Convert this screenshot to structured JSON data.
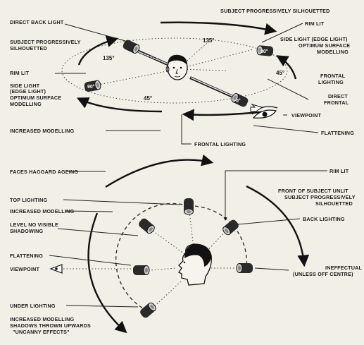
{
  "top": {
    "labels": {
      "direct_back_light": "DIRECT BACK LIGHT",
      "subject_silhouetted_top": "SUBJECT PROGRESSIVELY SILHOUETTED",
      "rim_lit_right": "RIM LIT",
      "subject_silhouetted_left_1": "SUBJECT PROGRESSIVELY",
      "subject_silhouetted_left_2": "SILHOUETTED",
      "side_light_right_1": "SIDE LIGHT (EDGE LIGHT)",
      "side_light_right_2": "OPTIMUM SURFACE",
      "side_light_right_3": "MODELLING",
      "rim_lit_left": "RIM LIT",
      "side_light_left_1": "SIDE LIGHT",
      "side_light_left_2": "(EDGE LIGHT)",
      "side_light_left_3": "OPTIMUM SURFACE",
      "side_light_left_4": "MODELLING",
      "frontal_lighting_right_1": "FRONTAL",
      "frontal_lighting_right_2": "LIGHTING",
      "direct_frontal_1": "DIRECT",
      "direct_frontal_2": "FRONTAL",
      "viewpoint": "VIEWPOINT",
      "increased_modelling": "INCREASED MODELLING",
      "flattening": "FLATTENING",
      "frontal_lighting_bottom": "FRONTAL LIGHTING"
    },
    "angles": {
      "deg_135_top": "135°",
      "deg_135_left": "135°",
      "deg_90_left": "90°",
      "deg_90_right": "90°",
      "deg_45_left": "45°",
      "deg_45_right": "45°",
      "deg_0": "0°"
    }
  },
  "bottom": {
    "labels": {
      "faces_haggard": "FACES HAGGARD  AGEING",
      "rim_lit": "RIM LIT",
      "top_lighting": "TOP LIGHTING",
      "front_of_subject_1": "FRONT OF SUBJECT UNLIT",
      "front_of_subject_2": "SUBJECT PROGRESSIVELY",
      "front_of_subject_3": "SILHOUETTED",
      "increased_modelling": "INCREASED MODELLING",
      "back_lighting": "BACK LIGHTING",
      "level_no_shadow_1": "LEVEL NO VISIBLE",
      "level_no_shadow_2": "SHADOWING",
      "flattening": "FLATTENING",
      "viewpoint": "VIEWPOINT",
      "ineffectual_1": "INEFFECTUAL",
      "ineffectual_2": "(UNLESS OFF CENTRE)",
      "under_lighting": "UNDER LIGHTING",
      "under_note_1": "INCREASED MODELLING",
      "under_note_2": "SHADOWS THROWN UPWARDS",
      "under_note_3": "\"UNCANNY EFFECTS\""
    }
  },
  "colors": {
    "background": "#f1efe6",
    "ink": "#1c1c1c",
    "lamp_body": "#2a2a2a"
  },
  "icons": {
    "head": "human-head-icon",
    "eye": "eye-icon",
    "lamp": "spotlight-lamp-icon"
  }
}
